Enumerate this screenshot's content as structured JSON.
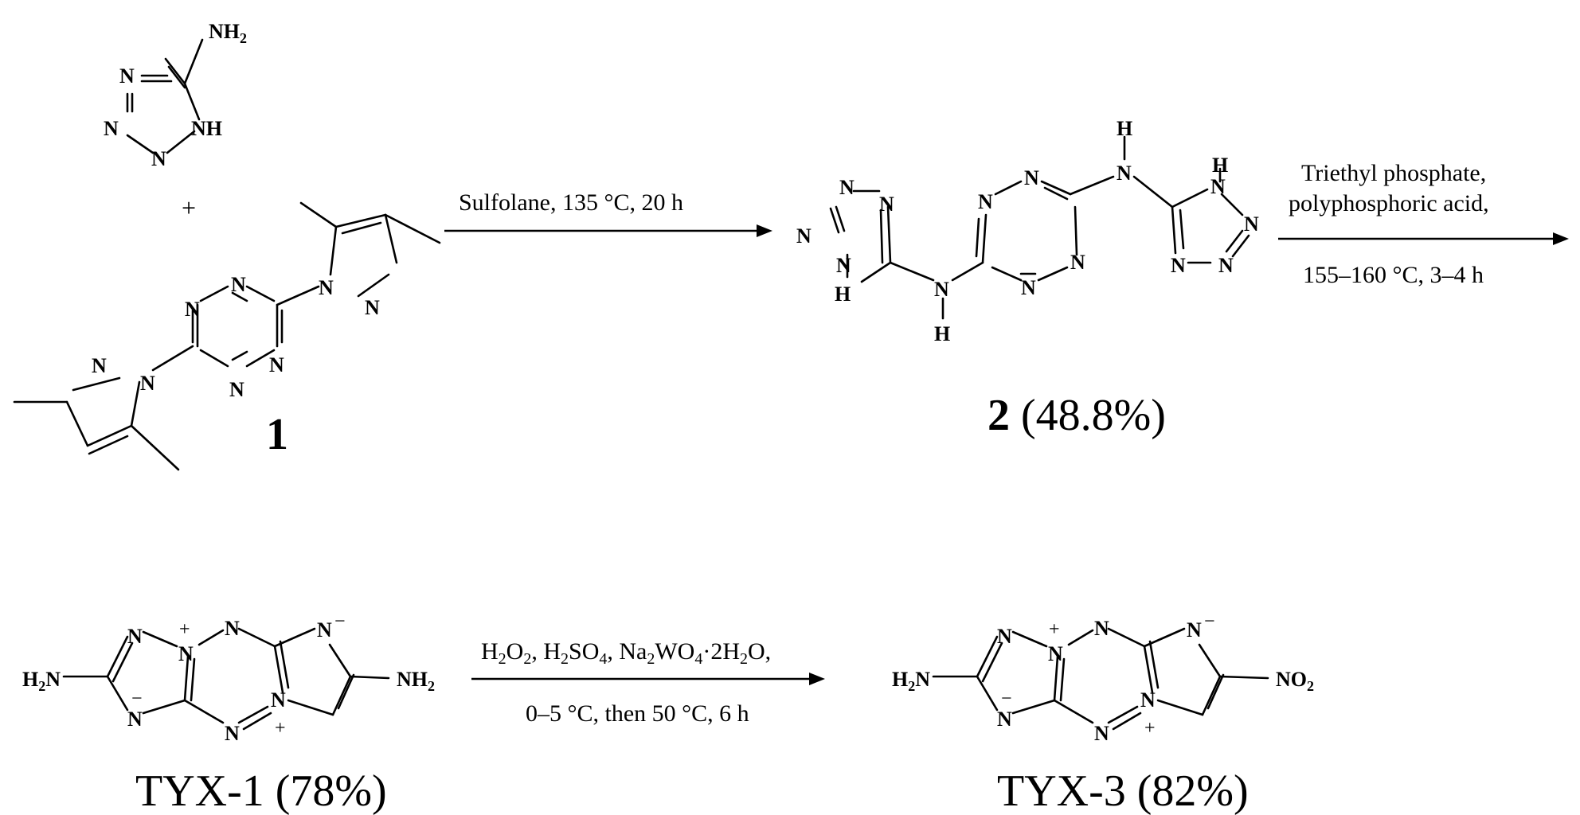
{
  "scheme": {
    "reactant_plus": "+",
    "compound1": {
      "number": "1"
    },
    "compound2": {
      "number": "2",
      "yield": "(48.8%)"
    },
    "tyx1": {
      "label": "TYX-1 (78%)"
    },
    "tyx3": {
      "label": "TYX-3 (82%)"
    },
    "step1": {
      "conditions": "Sulfolane, 135 °C, 20 h"
    },
    "step2": {
      "line1": "Triethyl phosphate,",
      "line2": "polyphosphoric acid,",
      "line3": "155–160 °C, 3–4 h"
    },
    "step3": {
      "line2": "0–5 °C, then 50 °C, 6 h"
    }
  },
  "atoms": {
    "N": "N",
    "H": "H",
    "NH": "NH",
    "NH2": "NH",
    "H2N": "H",
    "NO2": "NO",
    "plus": "+",
    "minus": "−",
    "sub2": "2"
  }
}
